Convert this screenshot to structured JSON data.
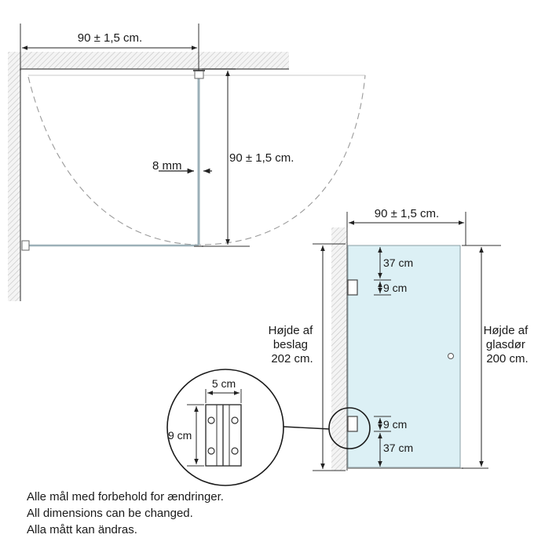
{
  "top_view": {
    "width_label": "90 ±  1,5 cm.",
    "depth_label": "90 ±  1,5 cm.",
    "gap_label": "8 mm"
  },
  "front_view": {
    "width_label": "90 ±  1,5 cm.",
    "top_hinge_offset": "37 cm",
    "top_hinge_height": "9 cm",
    "bottom_hinge_height": "9 cm",
    "bottom_hinge_offset": "37 cm",
    "fitting_height": [
      "Højde af",
      "beslag",
      "202 cm."
    ],
    "glass_height": [
      "Højde af",
      "glasdør",
      "200 cm."
    ],
    "glass_color": "#dcf0f5"
  },
  "detail": {
    "hinge_width": "5 cm",
    "hinge_height": "9 cm"
  },
  "notes": [
    "Alle mål med forbehold for ændringer.",
    "All dimensions can be changed.",
    "Alla mått kan ändras."
  ]
}
